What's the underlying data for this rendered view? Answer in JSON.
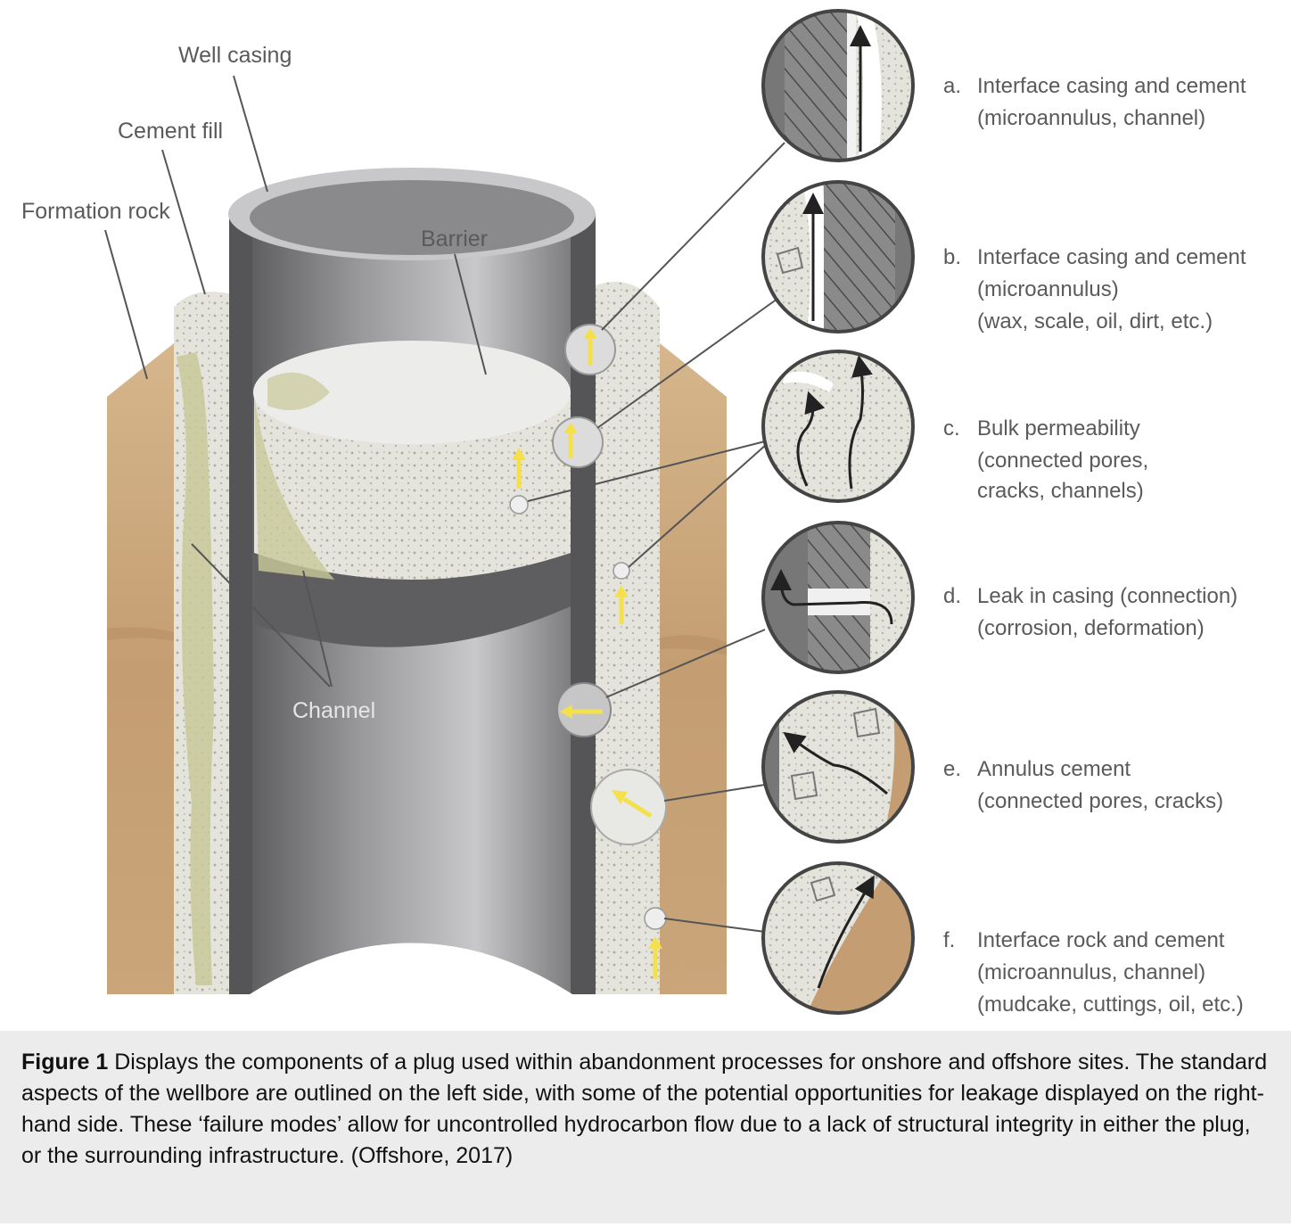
{
  "labels": {
    "well_casing": "Well casing",
    "cement_fill": "Cement fill",
    "formation_rock": "Formation rock",
    "barrier": "Barrier",
    "channel": "Channel"
  },
  "failure_modes": [
    {
      "letter": "a.",
      "lines": [
        "Interface casing and cement",
        "(microannulus, channel)"
      ]
    },
    {
      "letter": "b.",
      "lines": [
        "Interface casing and cement",
        "(microannulus)",
        "(wax, scale, oil, dirt, etc.)"
      ]
    },
    {
      "letter": "c.",
      "lines": [
        "Bulk permeability",
        "(connected pores,",
        "cracks, channels)"
      ]
    },
    {
      "letter": "d.",
      "lines": [
        "Leak in casing (connection)",
        "(corrosion, deformation)"
      ]
    },
    {
      "letter": "e.",
      "lines": [
        "Annulus cement",
        "(connected pores, cracks)"
      ]
    },
    {
      "letter": "f.",
      "lines": [
        "Interface rock and cement",
        "(microannulus, channel)",
        "(mudcake, cuttings, oil, etc.)"
      ]
    }
  ],
  "caption": {
    "figure_label": "Figure 1",
    "text": " Displays the components of a plug used within abandonment processes for onshore and offshore sites. The standard aspects of the wellbore are outlined on the left side, with some of the potential opportunities for leakage displayed on the right-hand side. These ‘failure modes’ allow for uncontrolled hydrocarbon flow due to a lack of structural integrity in either the plug, or the surrounding infrastructure. (Offshore, 2017)"
  },
  "colors": {
    "rock": "#c9a47a",
    "cement": "#e2e2da",
    "casing": "#6b6b6b",
    "arrow": "#f4e04a",
    "channel": "#c9c99a",
    "caption_bg": "#ececec"
  }
}
